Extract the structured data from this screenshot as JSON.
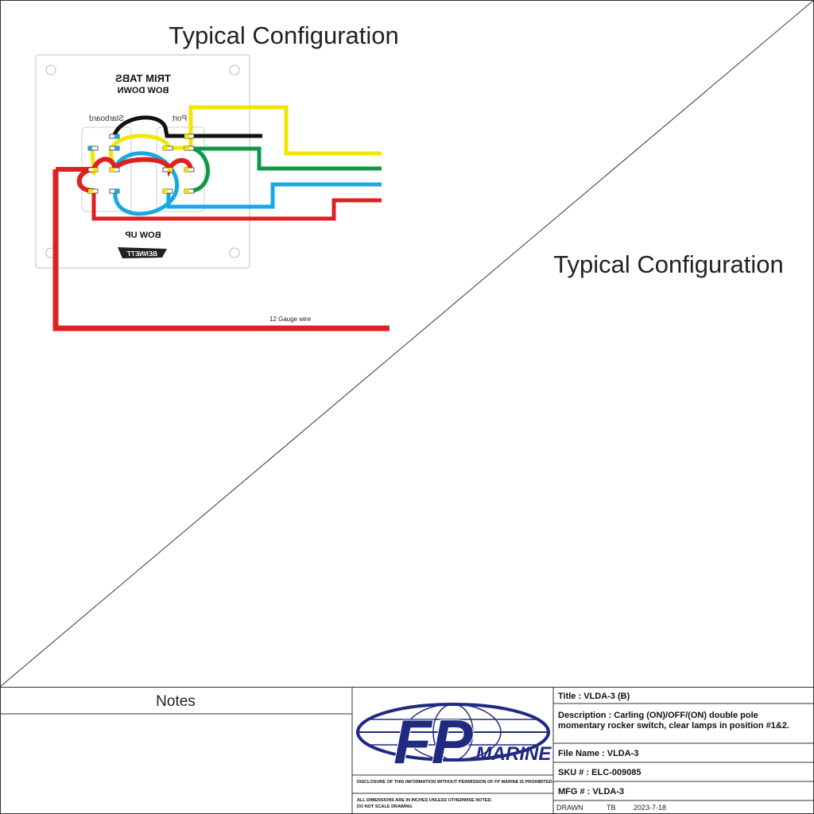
{
  "drawing": {
    "heading_left": "Typical Configuration",
    "heading_right": "Typical Configuration",
    "panel": {
      "title_line1": "TRIM TABS",
      "title_line2": "BOW DOWN",
      "bottom_label": "BOW UP",
      "logo": "BENNETT",
      "left_label": "Starboard",
      "right_label": "Port"
    },
    "wire_note": "12 Gauge wire",
    "colors": {
      "red": "#e02020",
      "yellow": "#f2e600",
      "black": "#111111",
      "green": "#0b9a44",
      "blue": "#17a9e0"
    }
  },
  "titleblock": {
    "notes_header": "Notes",
    "company": {
      "letters": "FP",
      "word": "MARINE",
      "color": "#1f2a80"
    },
    "disclosure": "DISCLOSURE OF THIS INFORMATION WITHOUT PERMISSION OF FP MARINE IS PROHIBITED.",
    "dims_note_1": "ALL DIMENSIONS ARE IN INCHES UNLESS OTHERWISE NOTED.",
    "dims_note_2": "DO NOT SCALE DRAWING",
    "title": "Title : VLDA-3 (B)",
    "description_1": "Description :  Carling (ON)/OFF/(ON) double pole",
    "description_2": "momentary rocker switch, clear lamps in position #1&2.",
    "file_name": "File Name : VLDA-3",
    "sku": "SKU # : ELC-009085",
    "mfg": "MFG # : VLDA-3",
    "drawn_label": "DRAWN",
    "drawn_by": "TB",
    "drawn_date": "2023-7-18"
  }
}
